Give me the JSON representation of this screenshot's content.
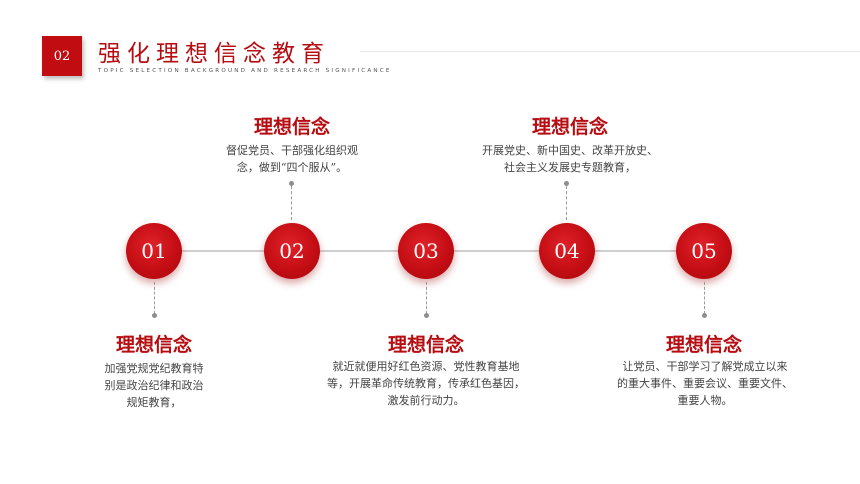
{
  "header": {
    "badge": "02",
    "title": "强化理想信念教育",
    "subtitle": "TOPIC SELECTION BACKGROUND AND RESEARCH SIGNIFICANCE"
  },
  "steps": [
    {
      "number": "01",
      "heading": "理想信念",
      "lines": [
        "加强党规党纪教育特",
        "别是政治纪律和政治",
        "规矩教育，"
      ]
    },
    {
      "number": "02",
      "heading": "理想信念",
      "lines": [
        "督促党员、干部强化组织观",
        "念，做到“四个服从”。"
      ]
    },
    {
      "number": "03",
      "heading": "理想信念",
      "lines": [
        "就近就便用好红色资源、党性教育基地",
        "等，开展革命传统教育，传承红色基因，",
        "激发前行动力。"
      ]
    },
    {
      "number": "04",
      "heading": "理想信念",
      "lines": [
        "开展党史、新中国史、改革开放史、",
        "社会主义发展史专题教育，"
      ]
    },
    {
      "number": "05",
      "heading": "理想信念",
      "lines": [
        "让党员、干部学习了解党成立以来",
        "的重大事件、重要会议、重要文件、",
        "重要人物。"
      ]
    }
  ]
}
